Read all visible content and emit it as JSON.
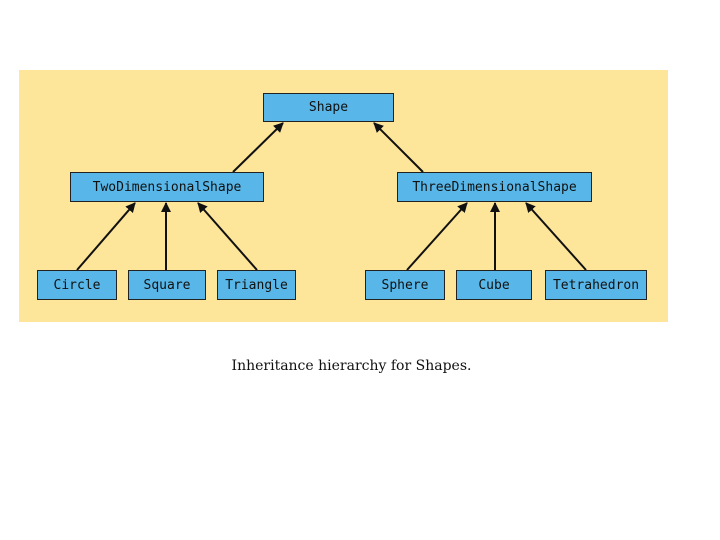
{
  "diagram": {
    "nodes": {
      "root": "Shape",
      "two_d": "TwoDimensionalShape",
      "three_d": "ThreeDimensionalShape",
      "circle": "Circle",
      "square": "Square",
      "triangle": "Triangle",
      "sphere": "Sphere",
      "cube": "Cube",
      "tetrahedron": "Tetrahedron"
    },
    "edges": [
      {
        "from": "two_d",
        "to": "root"
      },
      {
        "from": "three_d",
        "to": "root"
      },
      {
        "from": "circle",
        "to": "two_d"
      },
      {
        "from": "square",
        "to": "two_d"
      },
      {
        "from": "triangle",
        "to": "two_d"
      },
      {
        "from": "sphere",
        "to": "three_d"
      },
      {
        "from": "cube",
        "to": "three_d"
      },
      {
        "from": "tetrahedron",
        "to": "three_d"
      }
    ],
    "caption": "Inheritance hierarchy for Shapes."
  },
  "colors": {
    "panel_background": "#fde59a",
    "node_fill": "#58b7e8",
    "node_border": "#222222",
    "arrow": "#111111"
  }
}
